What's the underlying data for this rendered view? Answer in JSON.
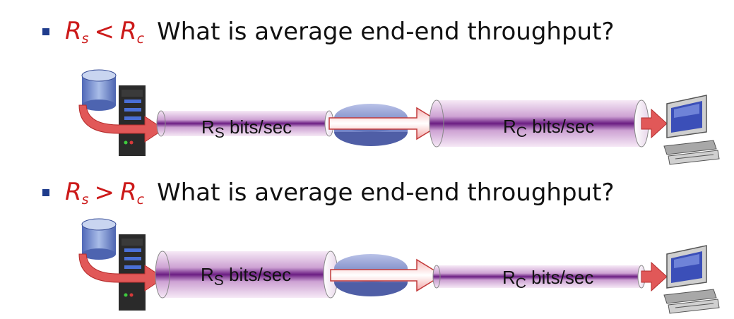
{
  "scenarios": [
    {
      "r_a": "R",
      "r_a_sub": "s",
      "relation": "<",
      "r_b": "R",
      "r_b_sub": "c",
      "question": "What is average end-end throughput?",
      "link1": {
        "main": "R",
        "sub": "S",
        "rest": " bits/sec"
      },
      "link2": {
        "main": "R",
        "sub": "C",
        "rest": " bits/sec"
      }
    },
    {
      "r_a": "R",
      "r_a_sub": "s",
      "relation": ">",
      "r_b": "R",
      "r_b_sub": "c",
      "question": "What is average end-end throughput?",
      "link1": {
        "main": "R",
        "sub": "S",
        "rest": " bits/sec"
      },
      "link2": {
        "main": "R",
        "sub": "C",
        "rest": " bits/sec"
      }
    }
  ],
  "icons": [
    "database-icon",
    "server-icon",
    "router-icon",
    "computer-icon"
  ],
  "colors": {
    "accent_red": "#cc1a1a",
    "bullet": "#1f3c8c",
    "pipe_core": "#6a1a80",
    "arrow": "#d63a3a"
  }
}
